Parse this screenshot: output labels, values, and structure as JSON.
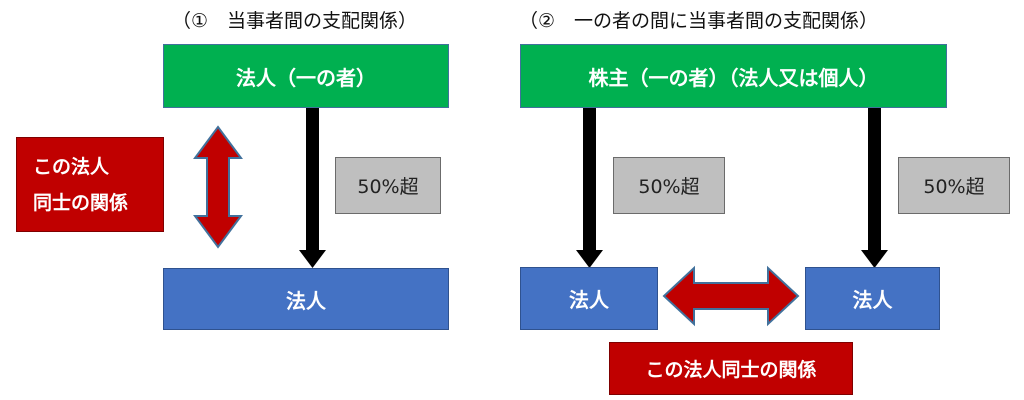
{
  "left": {
    "title": "（①　当事者間の支配関係）",
    "top_box": "法人（一の者）",
    "percent": "50%超",
    "bottom_box": "法人",
    "relation_line1": "この法人",
    "relation_line2": "同士の関係"
  },
  "right": {
    "title": "（②　一の者の間に当事者間の支配関係）",
    "top_box": "株主（一の者）（法人又は個人）",
    "percent_left": "50%超",
    "percent_right": "50%超",
    "bottom_left_box": "法人",
    "bottom_right_box": "法人",
    "relation": "この法人同士の関係"
  },
  "colors": {
    "green": "#00b050",
    "blue": "#4472c4",
    "gray": "#bfbfbf",
    "red": "#c00000",
    "arrow_black": "#000000"
  }
}
